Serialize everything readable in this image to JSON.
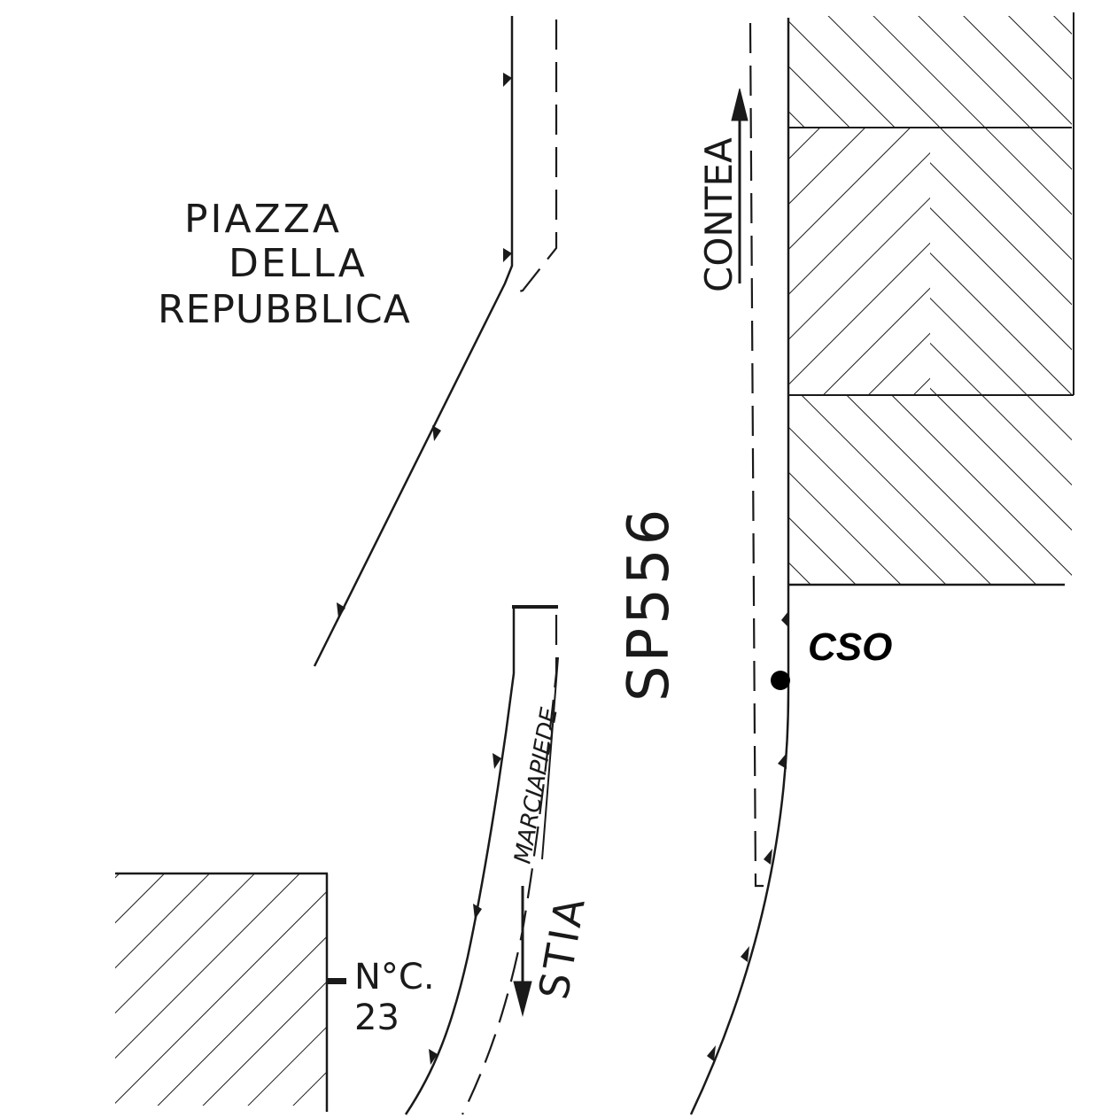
{
  "labels": {
    "piazza_line1": "PIAZZA",
    "piazza_line2": "DELLA",
    "piazza_line3": "REPUBBLICA",
    "contea": "CONTEA",
    "sp556": "SP556",
    "cso": "CSO",
    "marciapiede": "MARCIAPIEDE",
    "stia": "STIA",
    "civic_line1": "N°C.",
    "civic_line2": "23"
  },
  "colors": {
    "ink": "#1a1a1a",
    "paper": "#ffffff",
    "marker": "#000000"
  },
  "icons": {
    "cso_point": "filled-circle-marker",
    "direction_contea": "arrow-up-icon",
    "direction_stia": "arrow-down-icon"
  }
}
